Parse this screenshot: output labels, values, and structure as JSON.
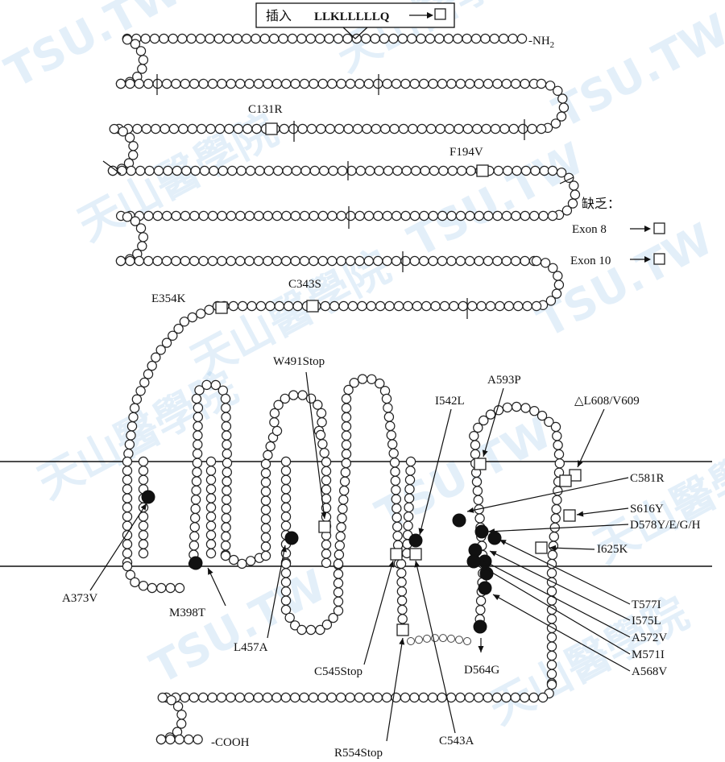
{
  "insertion": {
    "label": "插入",
    "sequence": "LLKLLLLLQ"
  },
  "terminals": {
    "n_terminus": "-NH",
    "n_terminus_sub": "2",
    "c_terminus": "-COOH"
  },
  "deletions": {
    "title": "缺乏：",
    "items": [
      "Exon 8",
      "Exon 10"
    ]
  },
  "mutations": {
    "C131R": "C131R",
    "F194V": "F194V",
    "E354K": "E354K",
    "C343S": "C343S",
    "W491Stop": "W491Stop",
    "I542L": "I542L",
    "A593P": "A593P",
    "L608V609": "△L608/V609",
    "C581R": "C581R",
    "S616Y": "S616Y",
    "D578": "D578Y/E/G/H",
    "I625K": "I625K",
    "T577I": "T577I",
    "I575L": "I575L",
    "A572V": "A572V",
    "M571I": "M571I",
    "A568V": "A568V",
    "A373V": "A373V",
    "M398T": "M398T",
    "L457A": "L457A",
    "C545Stop": "C545Stop",
    "D564G": "D564G",
    "R554Stop": "R554Stop",
    "C543A": "C543A"
  },
  "watermark": {
    "text": "TSU.TW",
    "cjk": "天山醫學院",
    "color": "#5aa0de"
  },
  "colors": {
    "ink": "#111111",
    "residue_fill": "#ffffff"
  }
}
